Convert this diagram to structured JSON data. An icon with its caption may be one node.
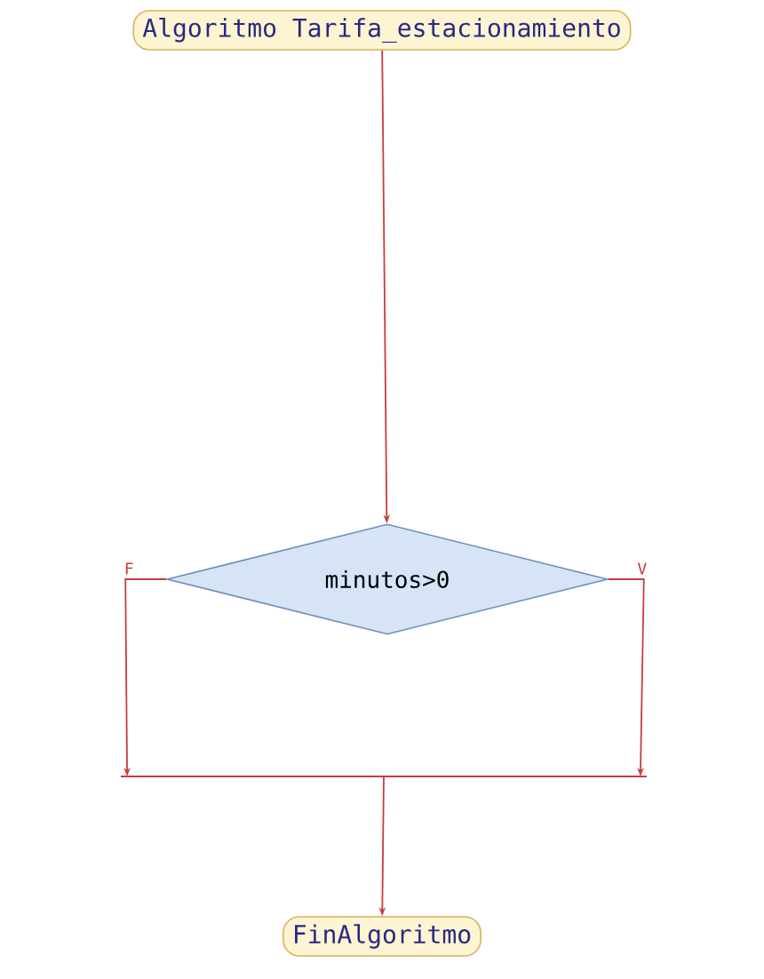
{
  "diagram": {
    "nodes": [
      {
        "text": [
          "Algoritmo Tarifa_estacionamiento"
        ]
      },
      {
        "text": [
          "minutos>0"
        ]
      },
      {
        "text": [],
        "shape": "bar"
      },
      {
        "text": [
          "FinAlgoritmo"
        ]
      }
    ],
    "edges": [
      {
        "from": 0,
        "to": 1,
        "arrow": "to"
      },
      {
        "from": 1,
        "to": 2,
        "arrow": "to",
        "label": "F"
      },
      {
        "from": 1,
        "to": 2,
        "arrow": "to",
        "label": "V"
      },
      {
        "from": 2,
        "to": 3,
        "arrow": "to"
      }
    ]
  }
}
